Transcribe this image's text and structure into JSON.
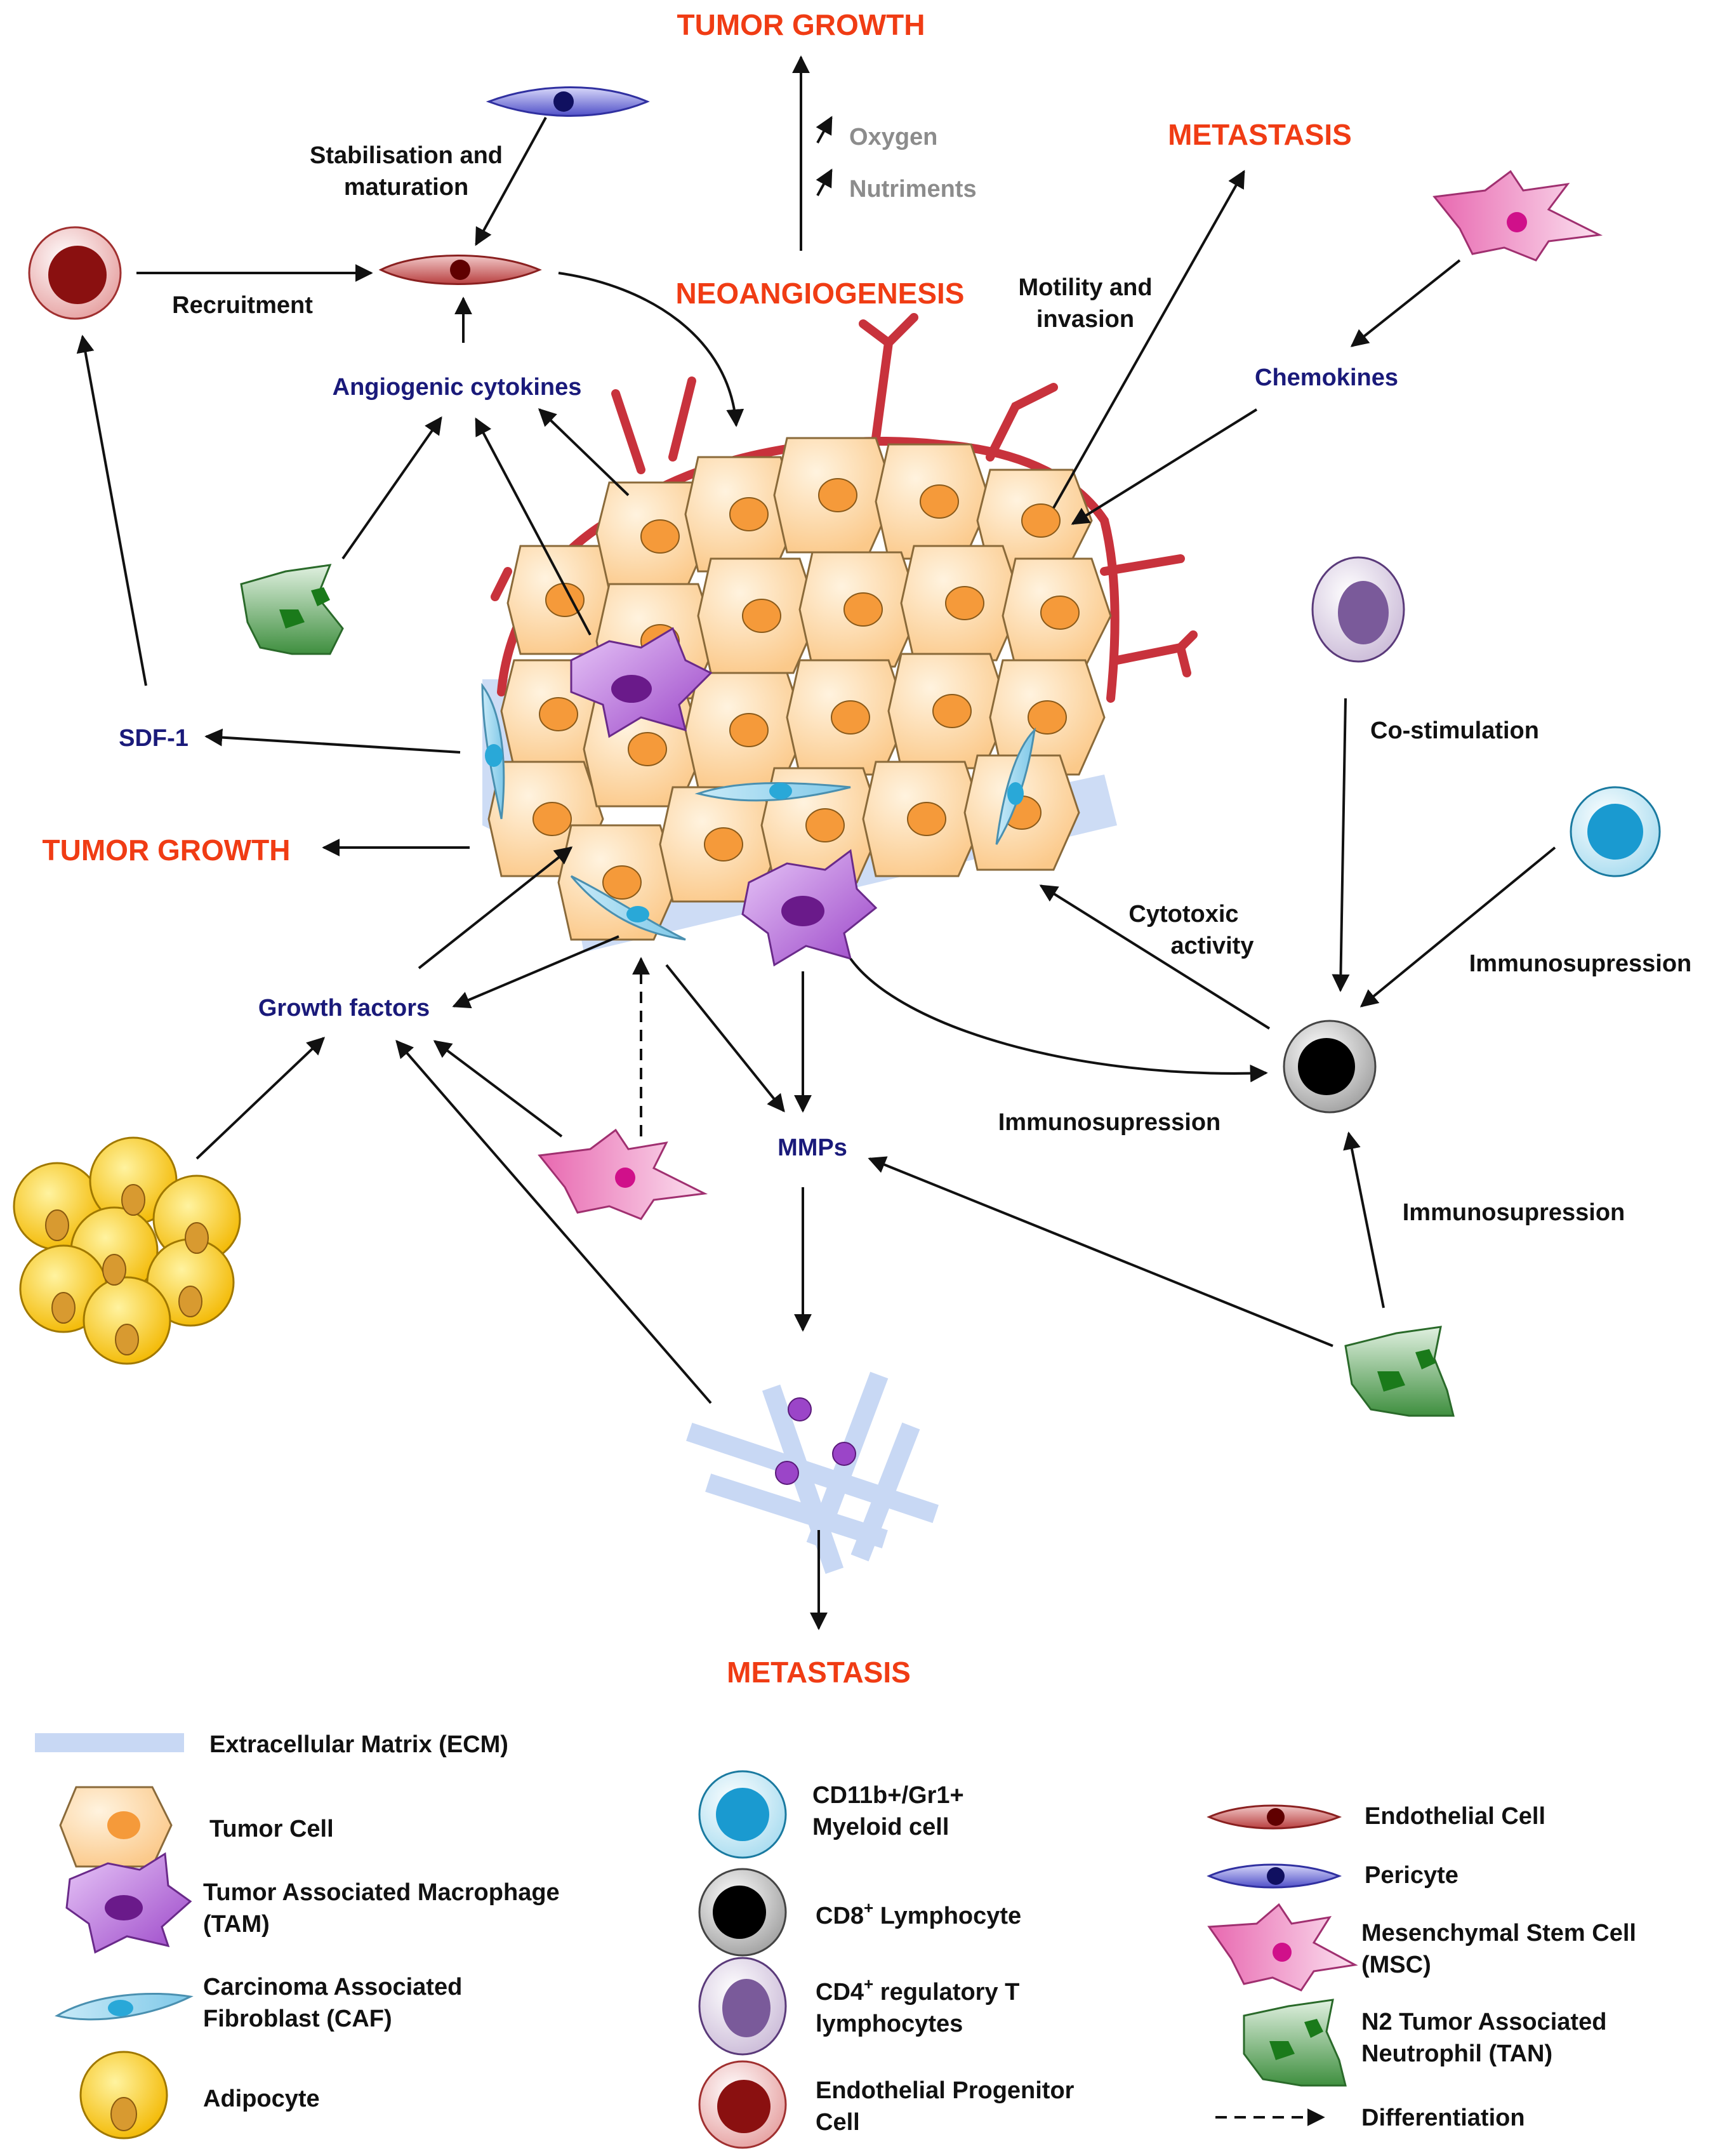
{
  "labels": {
    "tumor_growth_top": "TUMOR GROWTH",
    "tumor_growth_left": "TUMOR GROWTH",
    "metastasis_top": "METASTASIS",
    "metastasis_bottom": "METASTASIS",
    "neoangiogenesis": "NEOANGIOGENESIS",
    "oxygen": "Oxygen",
    "nutriments": "Nutriments",
    "stabilisation_1": "Stabilisation and",
    "stabilisation_2": "maturation",
    "recruitment": "Recruitment",
    "angiogenic_cytokines": "Angiogenic cytokines",
    "motility_1": "Motility and",
    "motility_2": "invasion",
    "chemokines": "Chemokines",
    "sdf1": "SDF-1",
    "co_stimulation": "Co-stimulation",
    "cytotoxic_1": "Cytotoxic",
    "cytotoxic_2": "activity",
    "immunosupression_1": "Immunosupression",
    "immunosupression_2": "Immunosupression",
    "immunosupression_3": "Immunosupression",
    "growth_factors": "Growth factors",
    "mmps": "MMPs"
  },
  "legend": {
    "ecm": "Extracellular Matrix (ECM)",
    "tumor_cell": "Tumor Cell",
    "tam_1": "Tumor Associated Macrophage",
    "tam_2": "(TAM)",
    "caf_1": "Carcinoma Associated",
    "caf_2": "Fibroblast (CAF)",
    "adipocyte": "Adipocyte",
    "myeloid_1": "CD11b+/Gr1+",
    "myeloid_2": "Myeloid cell",
    "cd8": "CD8",
    "cd8_sup": "+",
    "cd8_rest": " Lymphocyte",
    "cd4_1": "CD4",
    "cd4_sup": "+",
    "cd4_rest": " regulatory T",
    "cd4_2": "lymphocytes",
    "epc_1": "Endothelial Progenitor",
    "epc_2": "Cell",
    "endothelial": "Endothelial Cell",
    "pericyte": "Pericyte",
    "msc_1": "Mesenchymal Stem Cell",
    "msc_2": "(MSC)",
    "tan_1": "N2 Tumor Associated",
    "tan_2": "Neutrophil (TAN)",
    "differentiation": "Differentiation"
  },
  "colors": {
    "label_red": "#f03c14",
    "label_navy": "#1a1a7a",
    "tumor_fill": "#fcd49a",
    "tumor_nucleus": "#f59a3a",
    "vessel": "#c8323c",
    "tam": "#9b45c8",
    "caf": "#7ec8e8",
    "ecm": "#c8d8f4",
    "tan": "#4a9a4a",
    "msc": "#e050a0",
    "adipocyte": "#f5c518",
    "myeloid": "#1a9ad0",
    "cd4": "#7a5a9a",
    "epc": "#8a1010"
  }
}
